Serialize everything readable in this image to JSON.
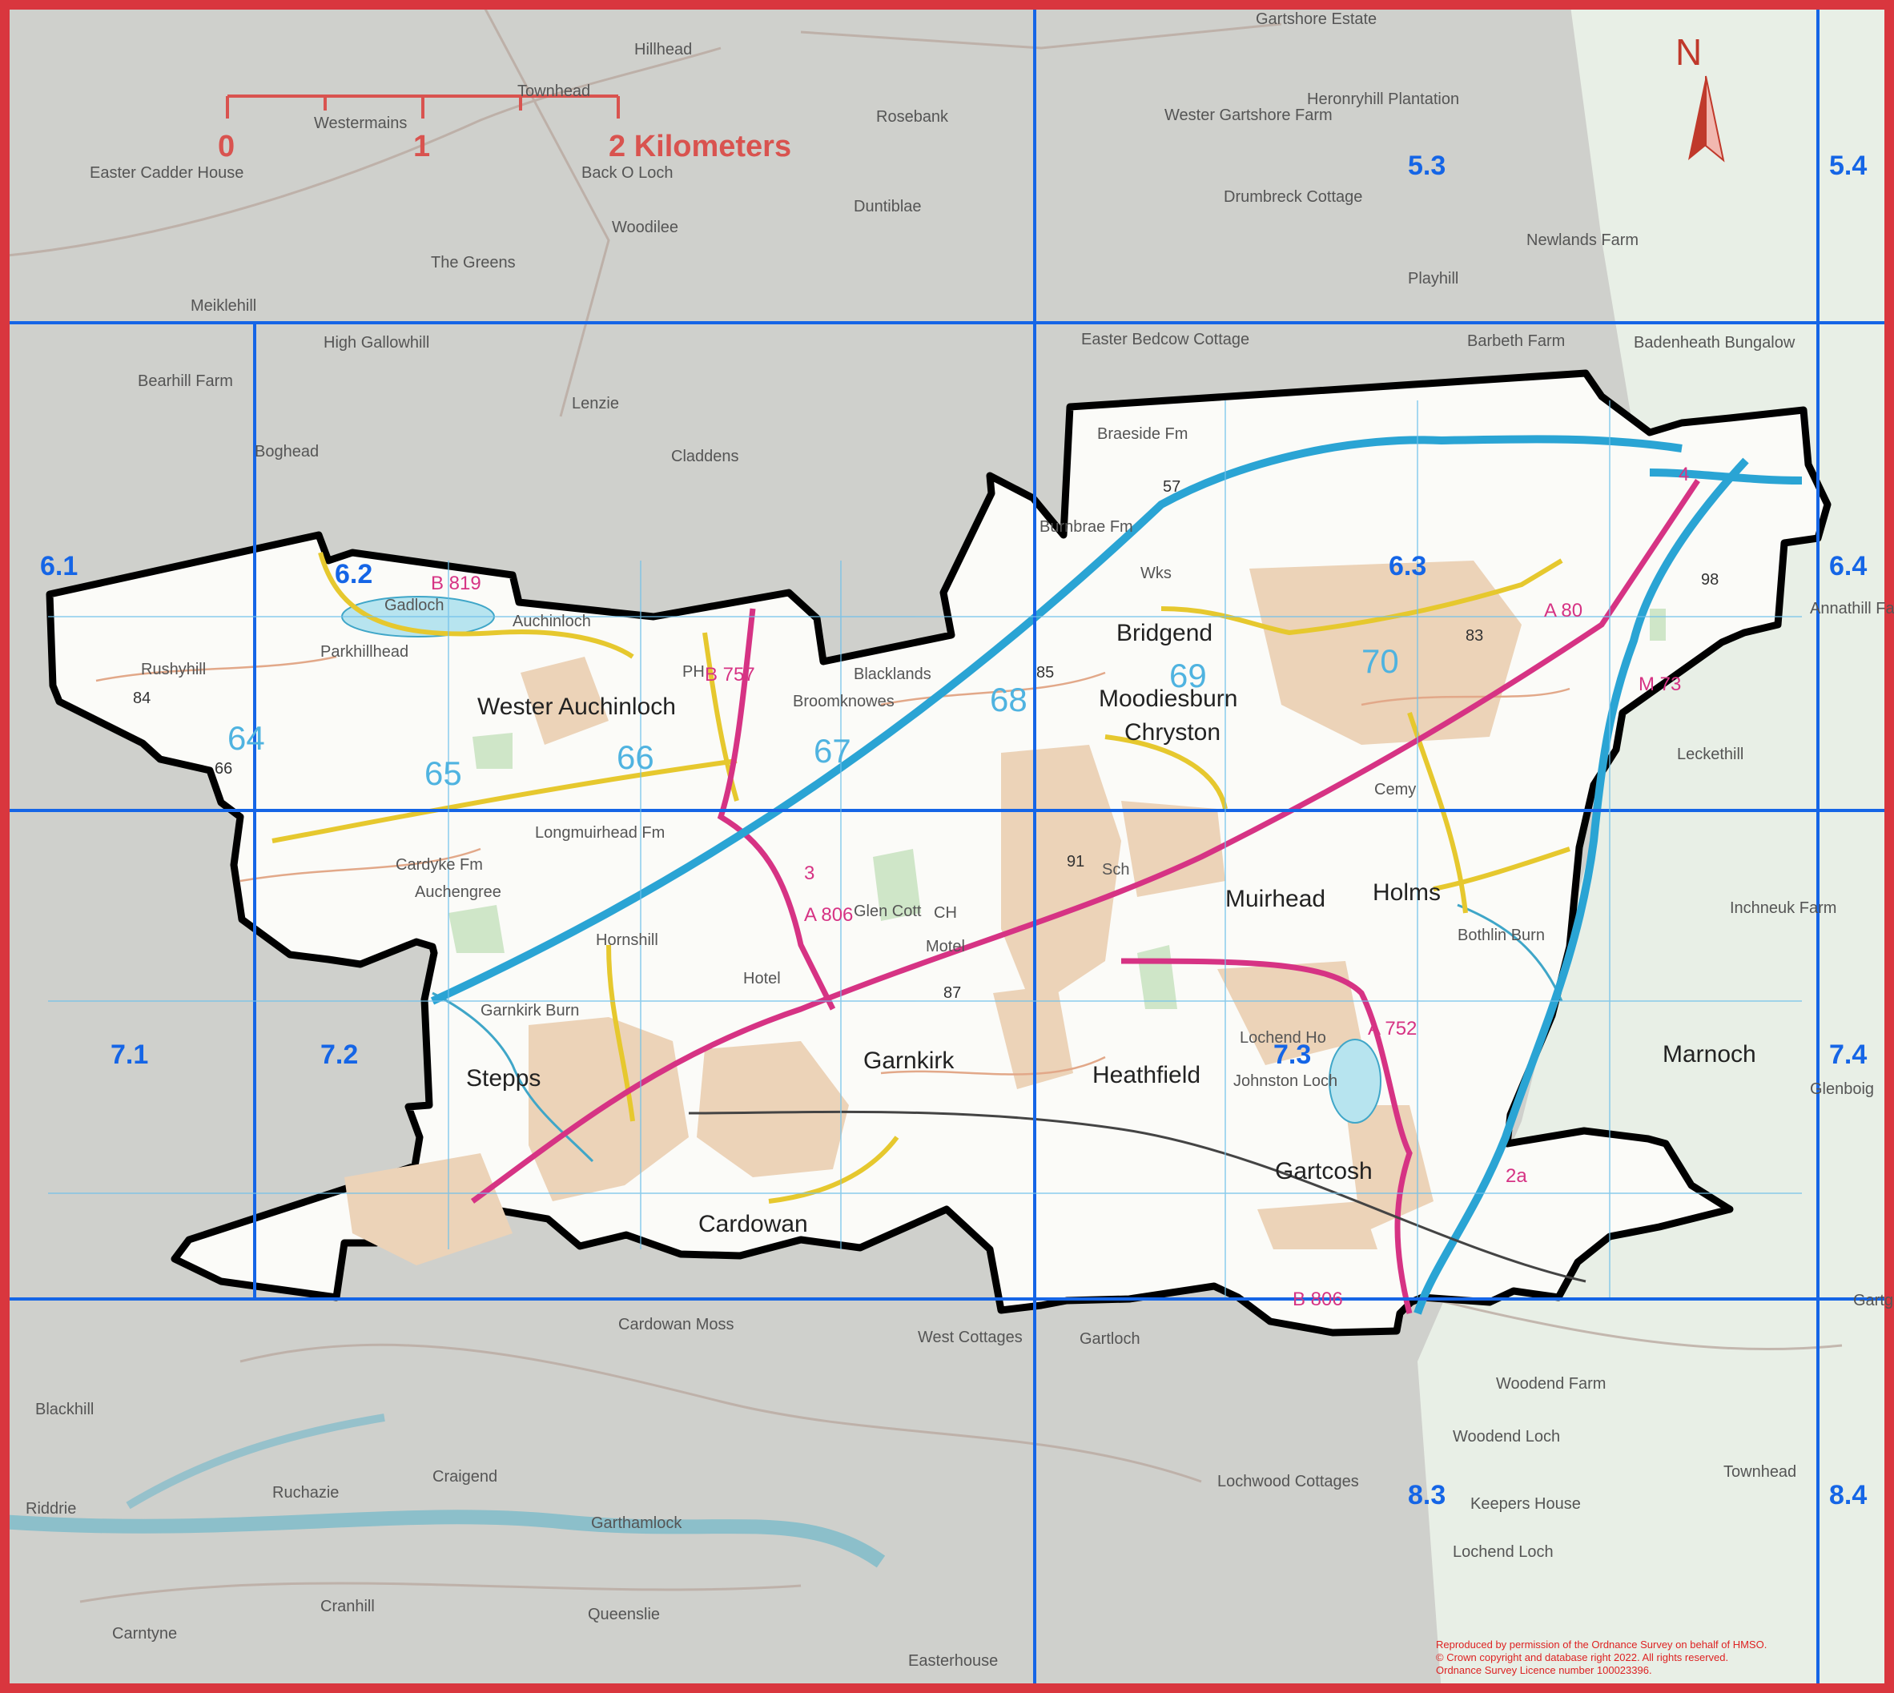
{
  "grid_labels": [
    "5.3",
    "5.4",
    "6.1",
    "6.2",
    "6.3",
    "6.4",
    "7.1",
    "7.2",
    "7.3",
    "7.4",
    "8.3",
    "8.4"
  ],
  "scale": {
    "ticks": [
      "0",
      "1",
      "2 Kilometers"
    ]
  },
  "north_label": "N",
  "places_major": [
    "Muirhead",
    "Stepps",
    "Moodiesburn",
    "Bridgend",
    "Chryston",
    "Gartcosh",
    "Garnkirk",
    "Cardowan",
    "Wester Auchinloch",
    "Marnoch",
    "Holms",
    "Heathfield"
  ],
  "places_minor": [
    "Hillhead",
    "Westermains",
    "Townhead",
    "Rosebank",
    "Back O Loch",
    "Easter Cadder House",
    "Woodilee",
    "Duntiblae",
    "The Greens",
    "Meiklehill",
    "High Gallowhill",
    "Bearhill Farm",
    "Lenzie",
    "Claddens",
    "Boghead",
    "Gadloch",
    "Auchinloch",
    "Parkhillhead",
    "Rushyhill",
    "Blacklands",
    "Broomknowes",
    "Longmuirhead Fm",
    "Cardyke Fm",
    "Auchengree",
    "Hornshill",
    "Hotel",
    "Glen Cott",
    "Motel",
    "Lochend Ho",
    "Johnston Loch",
    "Braeside Fm",
    "Burnbrae Fm",
    "Wks",
    "Cemy",
    "Leckethill",
    "Inchneuk Farm",
    "Gartshore Estate",
    "Wester Gartshore Farm",
    "Heronryhill Plantation",
    "Drumbreck Cottage",
    "Playhill",
    "Newlands Farm",
    "Barbeth Farm",
    "Badenheath Bungalow",
    "Easter Bedcow Cottage",
    "Cardowan Moss",
    "West Cottages",
    "Gartloch",
    "Woodend Farm",
    "Woodend Loch",
    "Keepers House",
    "Lochend Loch",
    "Townhead",
    "Blackhill",
    "Craigend",
    "Ruchazie",
    "Riddrie",
    "Garthamlock",
    "Cranhill",
    "Carntyne",
    "Queenslie",
    "Easterhouse",
    "Lochwood Cottages",
    "Bothlin Burn",
    "Garnkirk Burn",
    "PH",
    "Sch",
    "CH",
    "Annathill Farm",
    "Glenboig",
    "Gartgill Stable"
  ],
  "road_labels": [
    "B 819",
    "B 757",
    "A 806",
    "A 80",
    "M 73",
    "A 752",
    "B 806",
    "3",
    "4",
    "2a"
  ],
  "grid_numbers": [
    "64",
    "65",
    "66",
    "67",
    "68",
    "69",
    "70"
  ],
  "spot_heights": [
    "84",
    "66",
    "85",
    "91",
    "87",
    "57",
    "83",
    "98"
  ],
  "copyright": [
    "Reproduced by permission of the Ordnance Survey on behalf of HMSO.",
    "© Crown copyright and database right 2022. All rights reserved.",
    "Ordnance Survey Licence number 100023396."
  ],
  "colors": {
    "frame": "#d9363e",
    "grid": "#1565e6",
    "boundary": "#000000",
    "motorway": "#2aa4d4",
    "a_road": "#d63384",
    "b_road": "#e6c82e",
    "outside": "#c8c8c8",
    "inside": "#ffffff"
  }
}
